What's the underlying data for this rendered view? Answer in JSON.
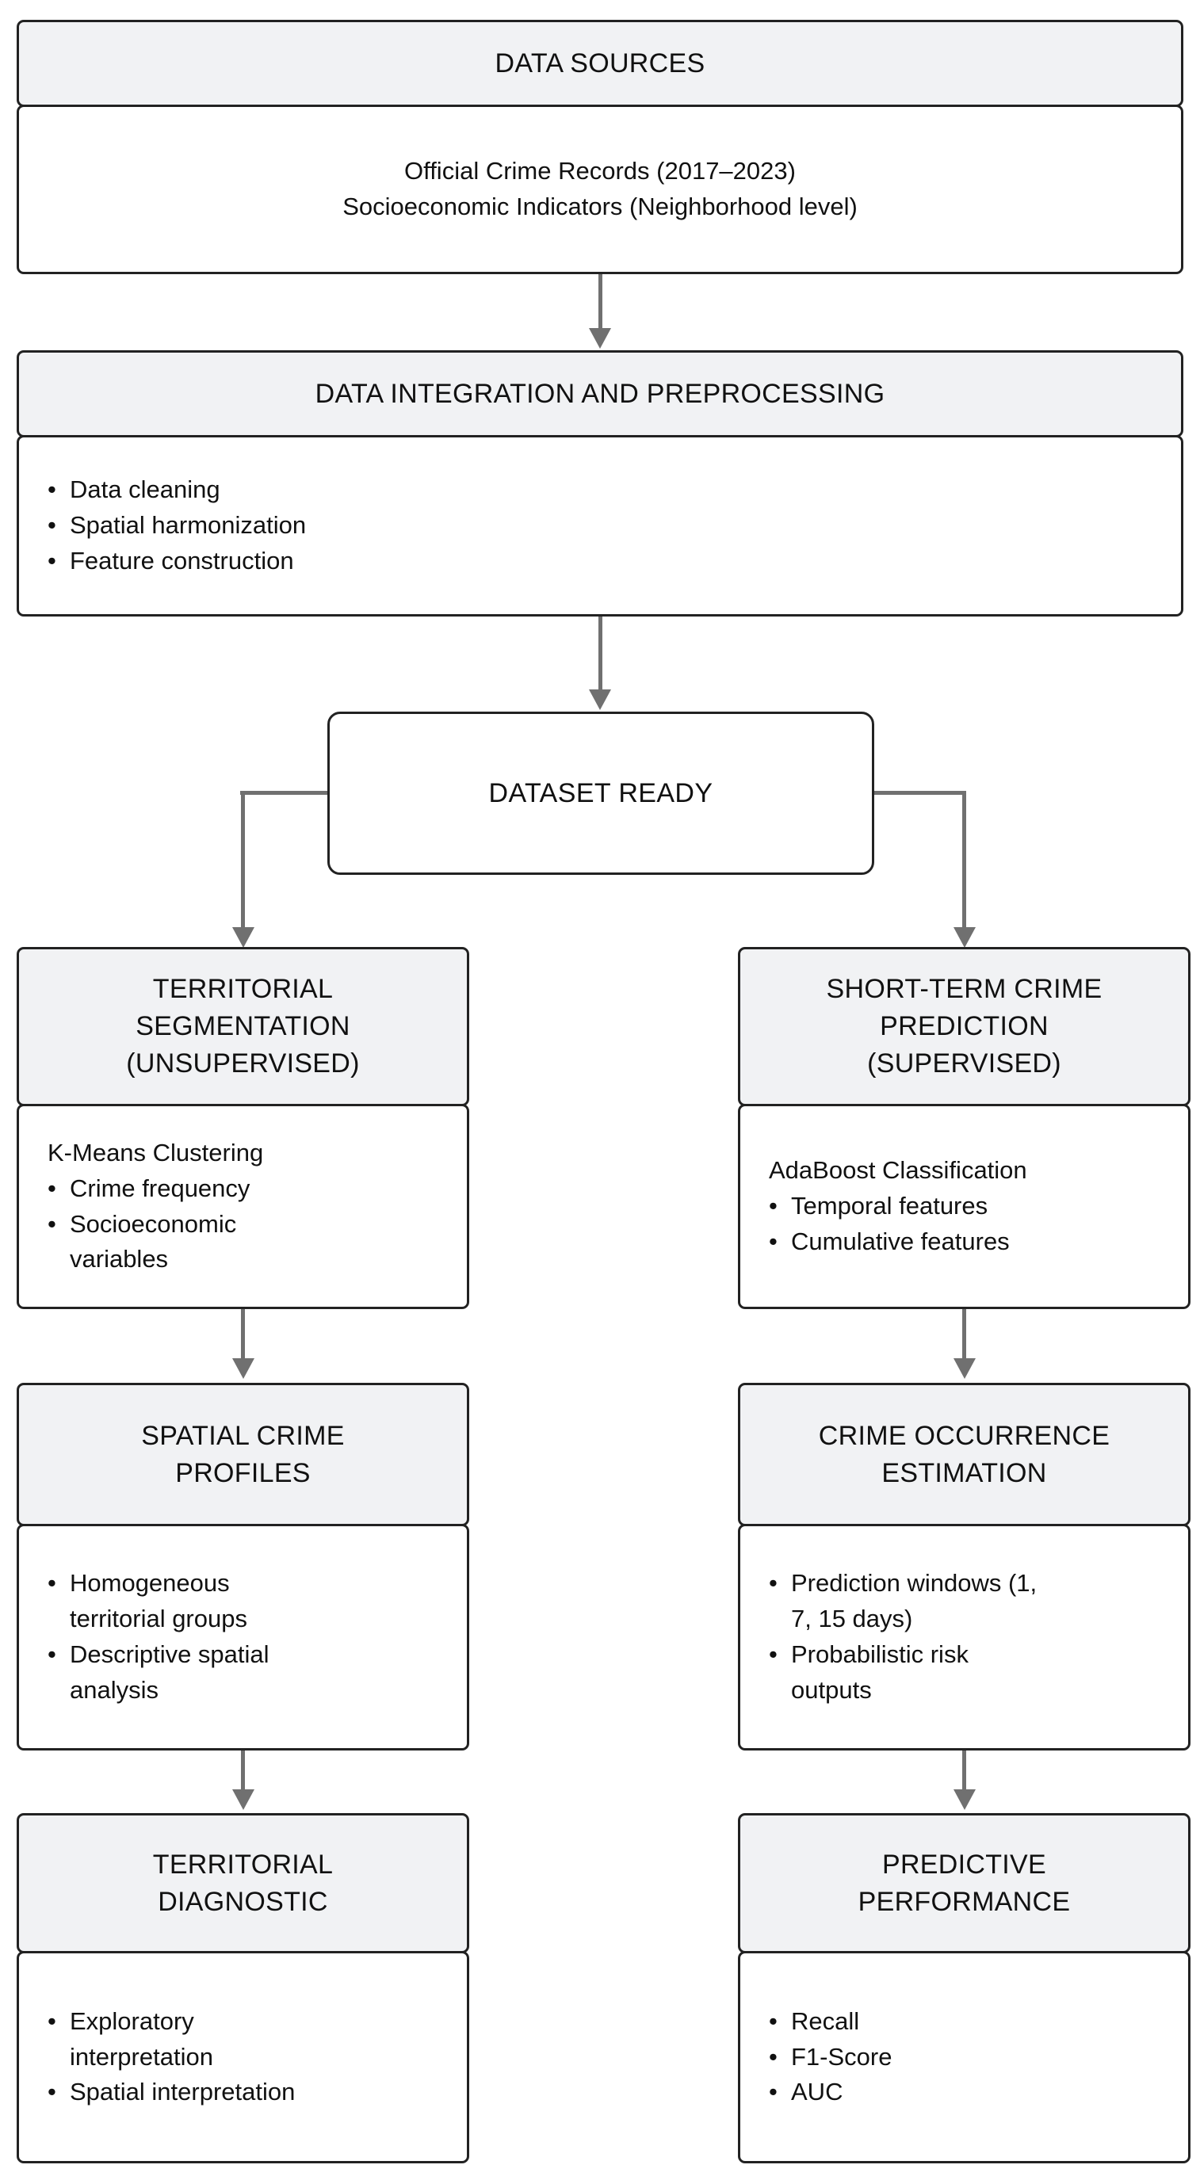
{
  "colors": {
    "border": "#222222",
    "header_bg": "#f1f2f4",
    "body_bg": "#ffffff",
    "arrow": "#707070",
    "text": "#111111"
  },
  "blocks": {
    "data_sources": {
      "title_lines": [
        "DATA SOURCES"
      ],
      "body_lines": [
        "Official Crime Records (2017–2023)",
        "Socioeconomic Indicators (Neighborhood level)"
      ]
    },
    "preprocessing": {
      "title_lines": [
        "DATA INTEGRATION AND PREPROCESSING"
      ],
      "bullets": [
        "Data cleaning",
        "Spatial harmonization",
        "Feature construction"
      ]
    },
    "dataset_ready": {
      "label": "DATASET READY"
    },
    "territorial_segmentation": {
      "title_lines": [
        "TERRITORIAL",
        "SEGMENTATION",
        "(UNSUPERVISED)"
      ],
      "lead": "K-Means Clustering",
      "bullets": [
        "Crime frequency",
        "Socioeconomic\nvariables"
      ]
    },
    "short_term_prediction": {
      "title_lines": [
        "SHORT-TERM CRIME",
        "PREDICTION",
        "(SUPERVISED)"
      ],
      "lead": "AdaBoost Classification",
      "bullets": [
        "Temporal features",
        "Cumulative features"
      ]
    },
    "spatial_crime_profiles": {
      "title_lines": [
        "SPATIAL CRIME",
        "PROFILES"
      ],
      "bullets": [
        "Homogeneous\nterritorial groups",
        "Descriptive spatial\nanalysis"
      ]
    },
    "crime_occurrence_estimation": {
      "title_lines": [
        "CRIME OCCURRENCE",
        "ESTIMATION"
      ],
      "bullets": [
        "Prediction windows (1,\n7, 15 days)",
        "Probabilistic risk\noutputs"
      ]
    },
    "territorial_diagnostic": {
      "title_lines": [
        "TERRITORIAL",
        "DIAGNOSTIC"
      ],
      "bullets": [
        "Exploratory\ninterpretation",
        "Spatial interpretation"
      ]
    },
    "predictive_performance": {
      "title_lines": [
        "PREDICTIVE",
        "PERFORMANCE"
      ],
      "bullets": [
        "Recall",
        "F1-Score",
        "AUC"
      ]
    }
  }
}
